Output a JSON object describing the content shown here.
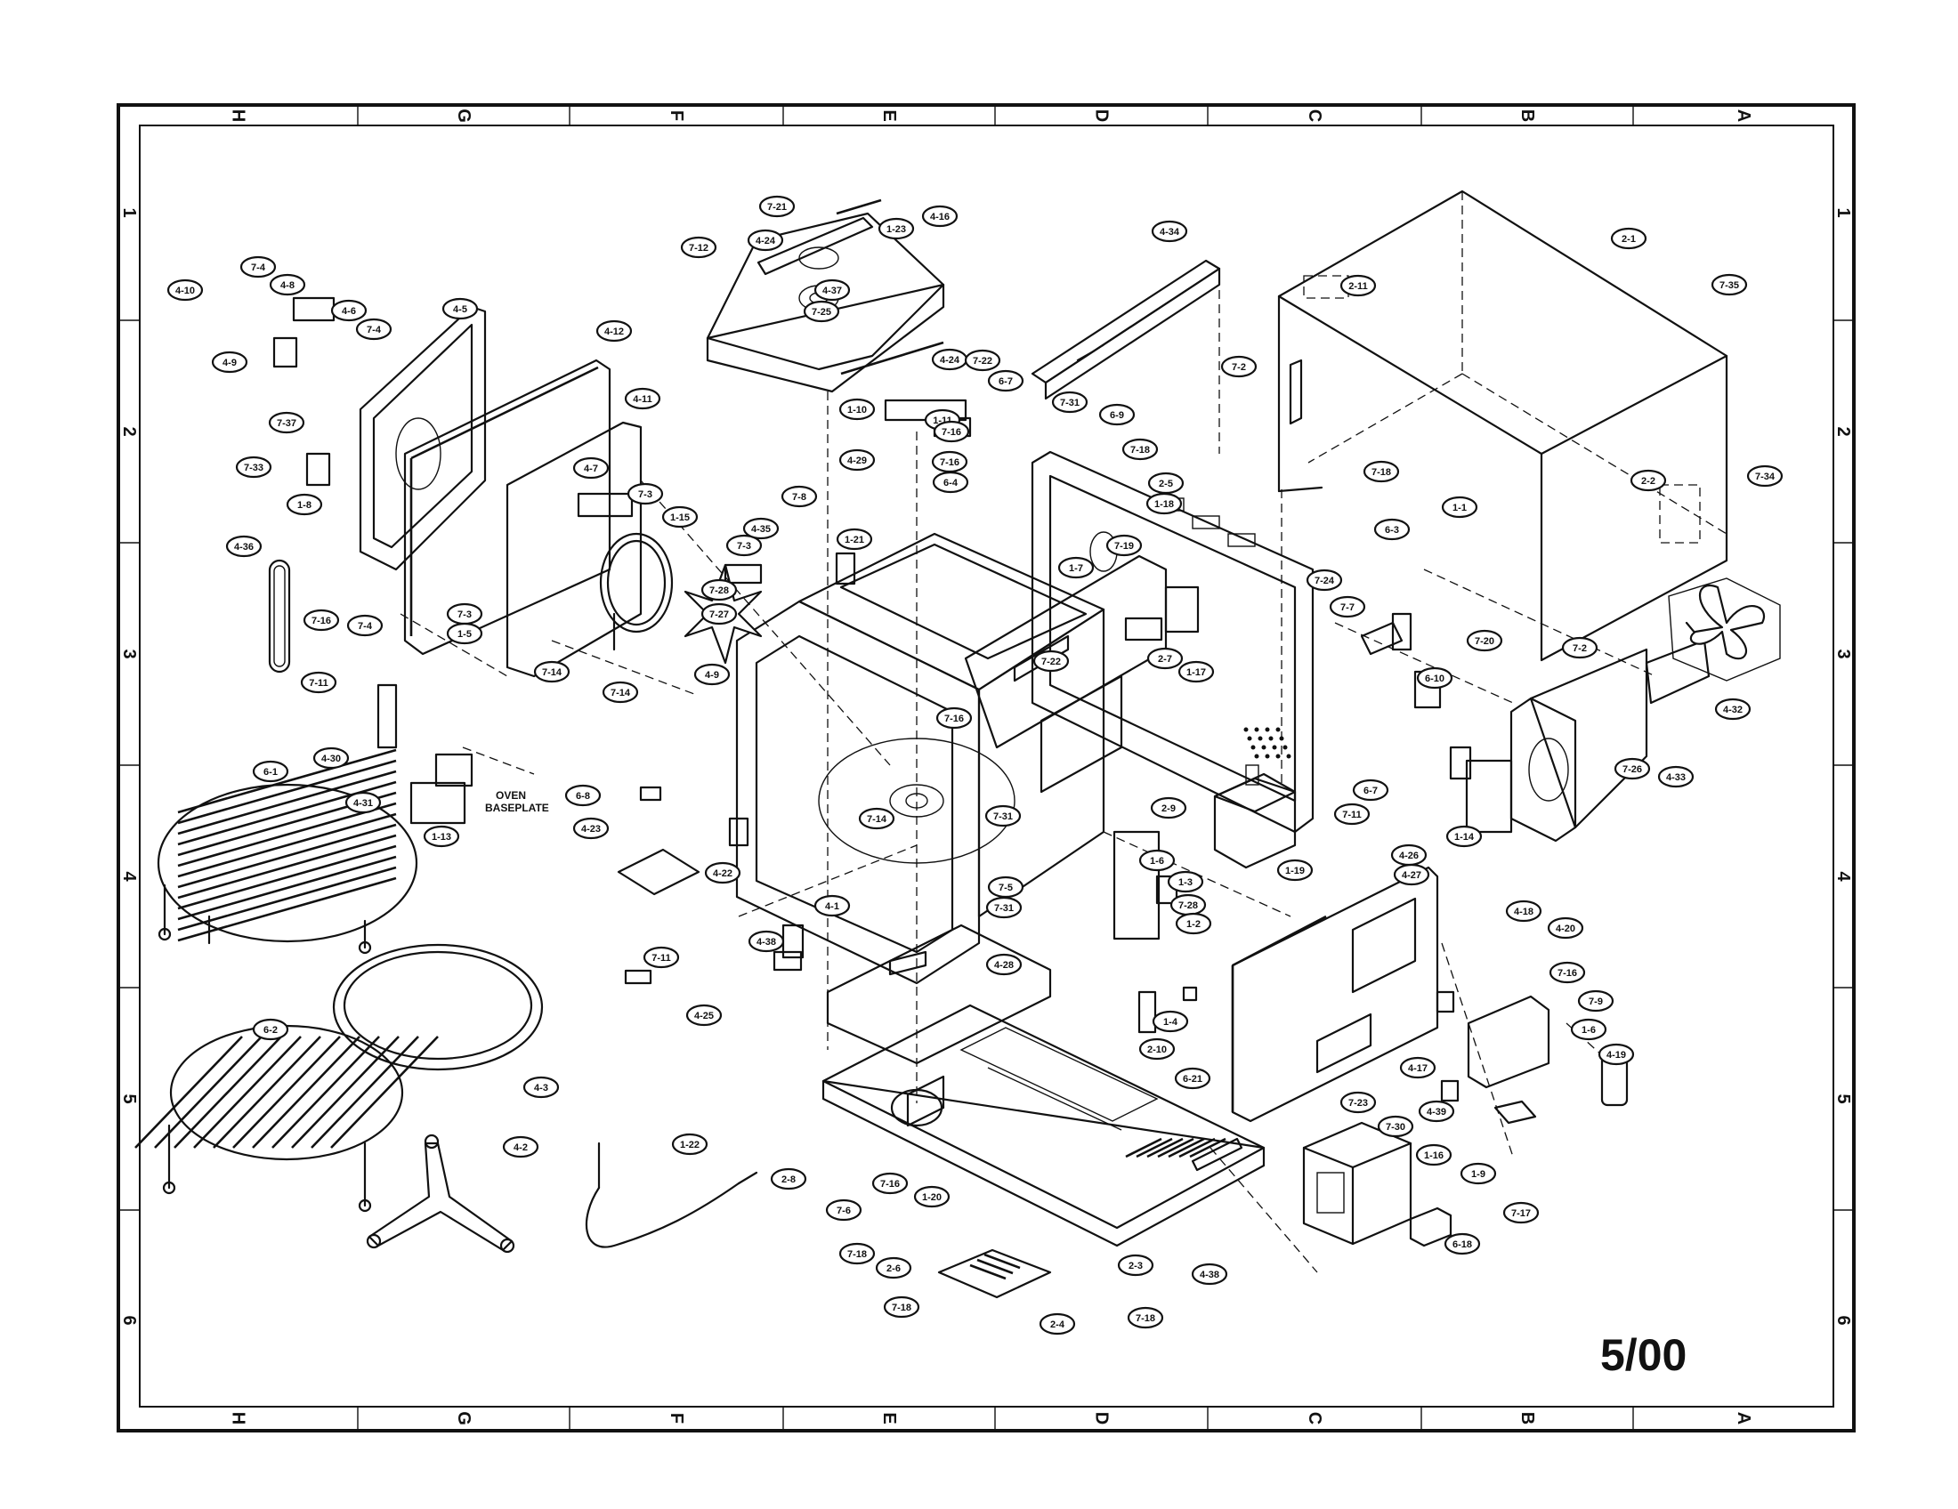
{
  "diagram": {
    "date_stamp": "5/00",
    "zones_horizontal": [
      "H",
      "G",
      "F",
      "E",
      "D",
      "C",
      "B",
      "A"
    ],
    "zones_vertical": [
      "1",
      "2",
      "3",
      "4",
      "5",
      "6"
    ],
    "notes": {
      "oven_baseplate": [
        "OVEN",
        "BASEPLATE"
      ]
    },
    "part_labels": [
      "4-10",
      "7-4",
      "4-8",
      "4-6",
      "7-4",
      "4-9",
      "7-37",
      "7-33",
      "1-8",
      "4-5",
      "4-12",
      "4-36",
      "7-16",
      "7-4",
      "7-11",
      "7-3",
      "1-5",
      "7-14",
      "7-14",
      "4-11",
      "4-7",
      "4-30",
      "4-31",
      "1-13",
      "7-3",
      "1-15",
      "7-3",
      "4-35",
      "7-28",
      "7-27",
      "4-9",
      "7-8",
      "7-21",
      "4-24",
      "1-23",
      "4-16",
      "7-12",
      "4-37",
      "7-25",
      "4-24",
      "7-22",
      "6-7",
      "1-10",
      "1-11",
      "7-16",
      "7-16",
      "6-4",
      "4-29",
      "1-21",
      "4-34",
      "7-31",
      "6-9",
      "7-18",
      "2-5",
      "1-18",
      "7-19",
      "1-7",
      "2-7",
      "1-17",
      "7-24",
      "7-7",
      "2-11",
      "2-1",
      "7-35",
      "7-2",
      "7-18",
      "6-3",
      "1-1",
      "2-2",
      "7-34",
      "7-20",
      "6-10",
      "7-2",
      "4-32",
      "7-26",
      "4-33",
      "6-7",
      "7-11",
      "1-14",
      "1-19",
      "7-22",
      "7-16",
      "7-31",
      "7-14",
      "6-8",
      "4-23",
      "4-22",
      "7-11",
      "4-1",
      "7-5",
      "7-31",
      "2-9",
      "1-6",
      "1-3",
      "7-28",
      "1-2",
      "4-26",
      "4-27",
      "4-38",
      "4-25",
      "4-28",
      "1-4",
      "2-10",
      "6-21",
      "4-18",
      "4-20",
      "7-16",
      "7-9",
      "1-6",
      "4-19",
      "4-17",
      "4-39",
      "7-23",
      "7-30",
      "1-16",
      "1-9",
      "7-17",
      "6-18",
      "6-1",
      "4-3",
      "6-2",
      "4-2",
      "1-22",
      "2-8",
      "7-6",
      "7-18",
      "7-16",
      "1-20",
      "2-6",
      "7-18",
      "2-4",
      "2-3",
      "7-18",
      "4-38"
    ]
  }
}
